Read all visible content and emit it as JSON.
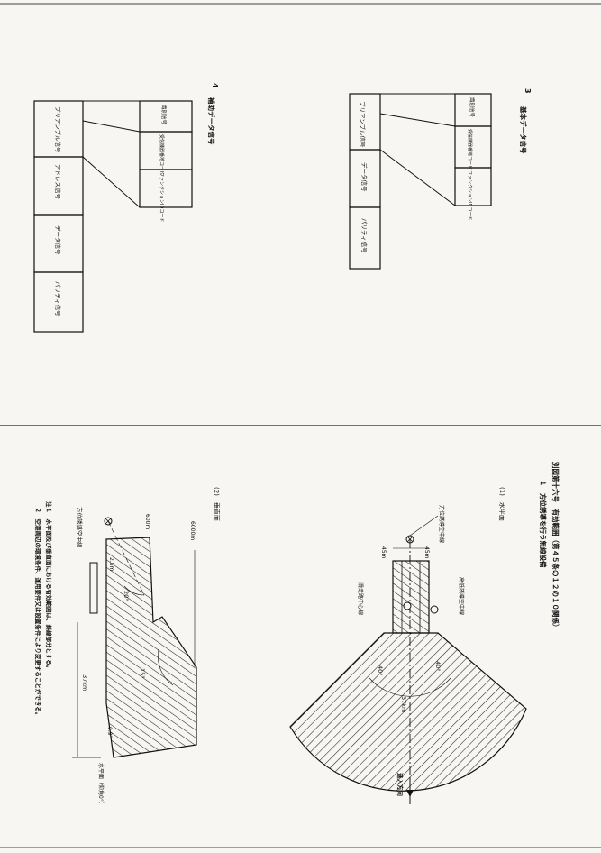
{
  "fig3": {
    "number": "3",
    "title": "基本データ信号",
    "cells": {
      "preamble": "プリアンブル信号",
      "function_id": "ファンクションIDコード",
      "receiver_addr": "受信機器番地コード",
      "fill_all": "識別信号",
      "data": "データ信号",
      "parity": "パリティ信号"
    }
  },
  "fig4": {
    "number": "4",
    "title": "補助データ信号",
    "cells": {
      "preamble": "プリアンブル信号",
      "function_id": "ファンクションIDコード",
      "receiver_addr": "受信機器番地コード",
      "fill_all": "識別信号",
      "address": "アドレス信号",
      "data": "データ信号",
      "parity": "パリティ信号"
    }
  },
  "fig_main": {
    "title": "別図第十六号　有効範囲（第４５条の１２の１０関係）",
    "subtitle": "１　方位誘導を行う無線設備",
    "horizontal": {
      "label": "(1)　水平面",
      "azimuth_center": "方位誘導空中線",
      "elevation_center": "高低誘導空中線",
      "runway_center": "滑走路中心線",
      "approach_dir": "進入方向",
      "d45a": "45m",
      "d45b": "45m",
      "ang40a": "40°",
      "ang40b": "40°",
      "d37": "37km"
    },
    "vertical": {
      "label": "(2)　垂直面",
      "h6000": "6000m",
      "h600": "600m",
      "d25": "2.5m",
      "ang20": "20°",
      "ang15": "15°",
      "ang09": "0.9°",
      "d37": "37km",
      "azimuth_center": "方位誘導空中線",
      "horiz_plane": "水平面（仰角0°）"
    },
    "notes": {
      "n1": "注１　水平面及び垂直面における有効範囲は、斜線部分とする。",
      "n2": "　２　空港周辺の環境条件、運用要件又は設置条件により変更することができる。"
    }
  }
}
